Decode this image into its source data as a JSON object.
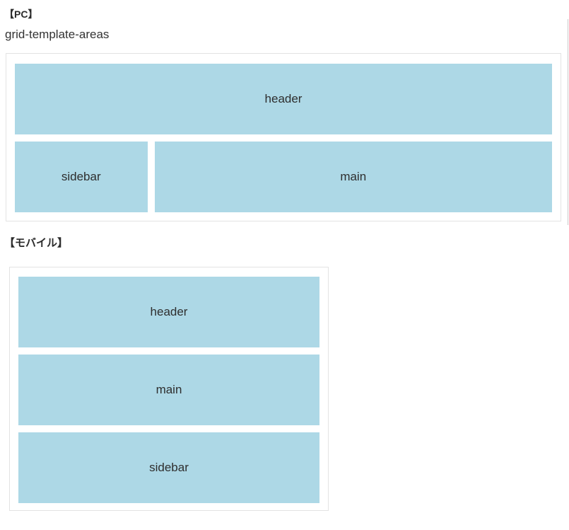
{
  "page": {
    "background_color": "#ffffff",
    "area_fill_color": "#add8e6",
    "box_border_color": "#e3e3e3",
    "text_color": "#333333"
  },
  "pc_section": {
    "label": "【PC】",
    "subtitle": "grid-template-areas",
    "areas": {
      "header": "header",
      "sidebar": "sidebar",
      "main": "main"
    }
  },
  "mobile_section": {
    "label": "【モバイル】",
    "areas": [
      "header",
      "main",
      "sidebar"
    ]
  }
}
